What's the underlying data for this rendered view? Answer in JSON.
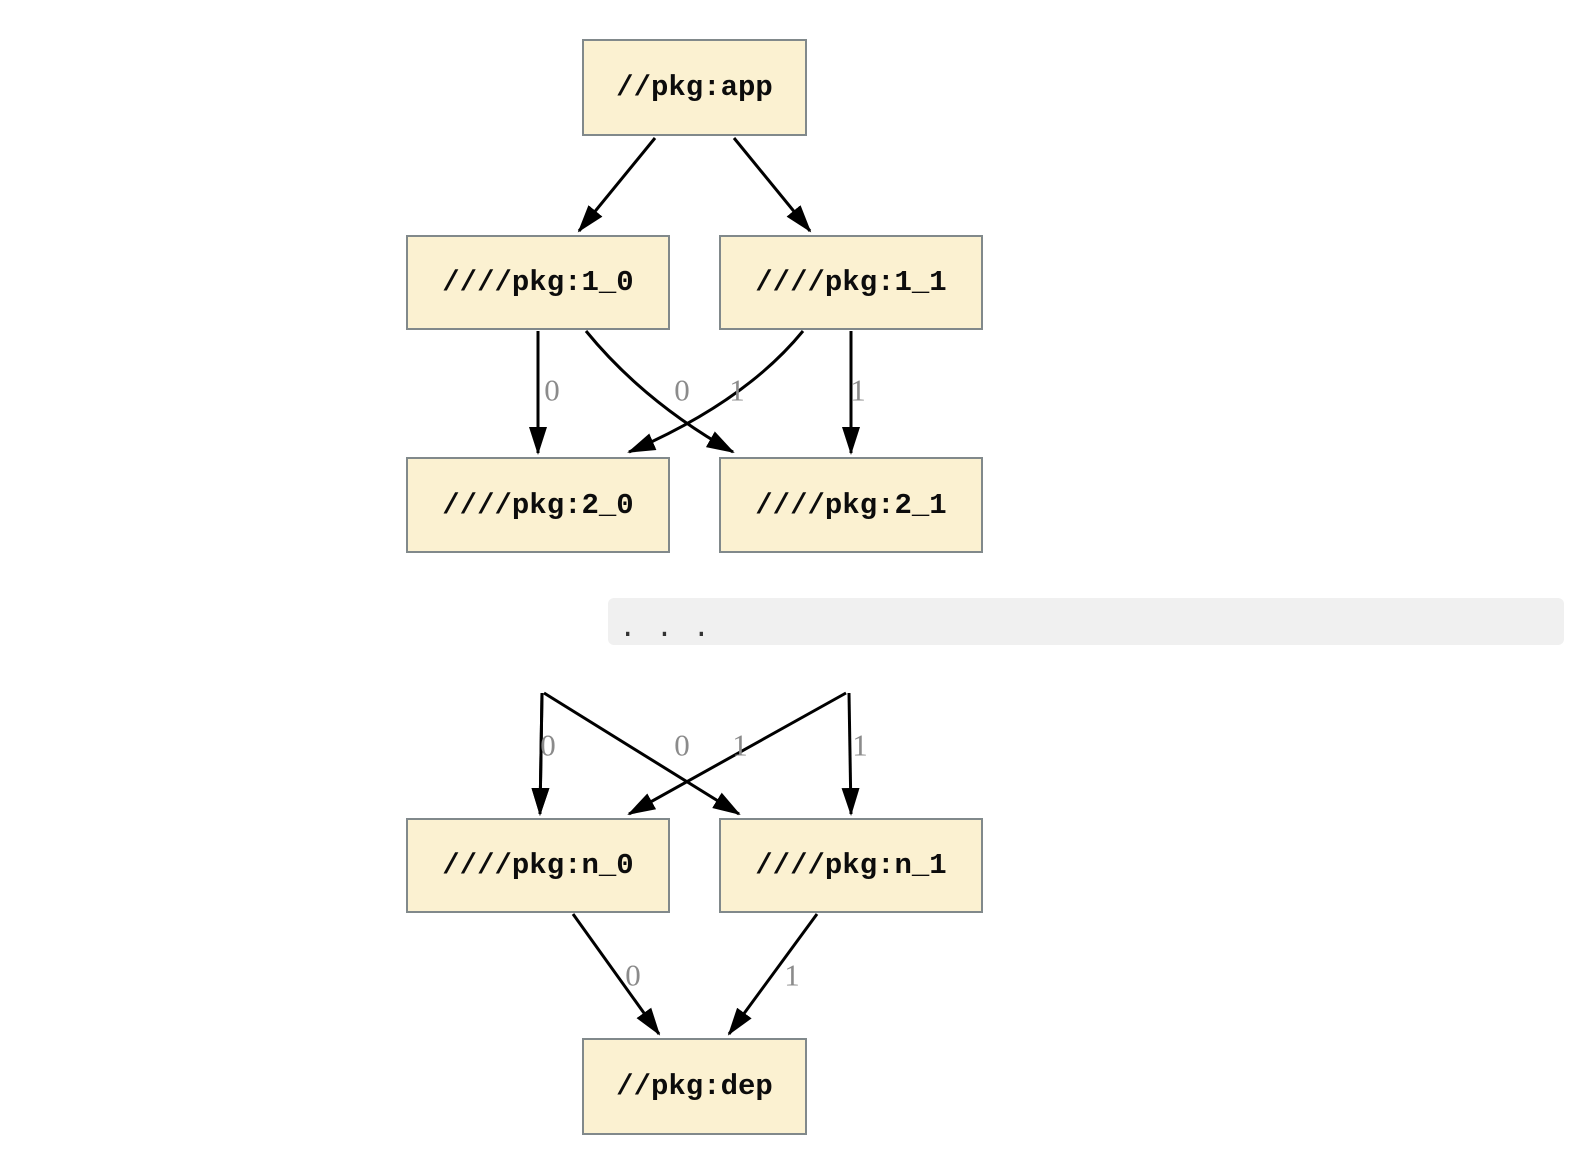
{
  "diagram": {
    "type": "dependency-graph",
    "nodes": {
      "app": {
        "label": "//pkg:app"
      },
      "p1_0": {
        "label": "////pkg:1_0"
      },
      "p1_1": {
        "label": "////pkg:1_1"
      },
      "p2_0": {
        "label": "////pkg:2_0"
      },
      "p2_1": {
        "label": "////pkg:2_1"
      },
      "pn_0": {
        "label": "////pkg:n_0"
      },
      "pn_1": {
        "label": "////pkg:n_1"
      },
      "dep": {
        "label": "//pkg:dep"
      }
    },
    "edge_labels": {
      "p1_0_to_p2_0": "0",
      "p1_1_to_p2_0": "0",
      "p1_0_to_p2_1": "1",
      "p1_1_to_p2_1": "1",
      "elided_to_pn_0_straight": "0",
      "elided_to_pn_0_cross": "0",
      "elided_to_pn_1_cross": "1",
      "elided_to_pn_1_straight": "1",
      "pn_0_to_dep": "0",
      "pn_1_to_dep": "1"
    },
    "ellipsis": {
      "text": ". . ."
    },
    "colors": {
      "node_fill": "#fbf1d1",
      "node_border": "#81898b",
      "edge": "#000000",
      "edge_label": "#8b8b8b",
      "ellipsis_bar_bg": "#f0f0f0",
      "ellipsis_dots": "#333333",
      "node_text": "#0c0c0c",
      "background": "#ffffff"
    }
  }
}
